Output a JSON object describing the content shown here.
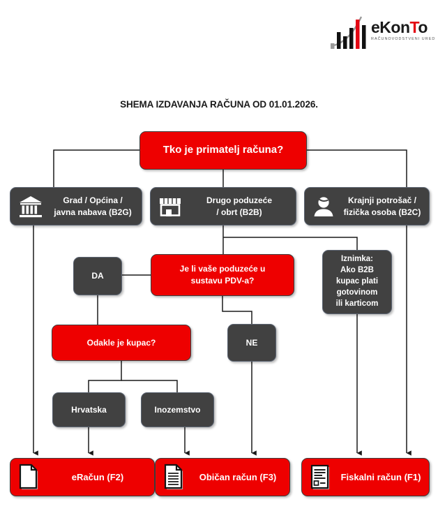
{
  "brand": {
    "name_part1": "eKon",
    "name_red": "T",
    "name_part2": "o",
    "tagline": "RAČUNOVODSTVENI URED",
    "logo_icon": "bar-chart-growth-logo",
    "accent_color": "#e30613"
  },
  "title": "SHEMA IZDAVANJA RAČUNA OD 01.01.2026.",
  "colors": {
    "red": "#ee0000",
    "gray": "#414141",
    "gray_border": "#5b6472",
    "dark_border": "#3d3d3d",
    "line": "#1a1a1a",
    "text_on_node": "#ffffff"
  },
  "chart_data": {
    "type": "diagram",
    "title": "SHEMA IZDAVANJA RAČUNA OD 01.01.2026.",
    "nodes": [
      {
        "id": "root",
        "label": "Tko je primatelj računa?",
        "kind": "decision",
        "color": "red",
        "icon": null
      },
      {
        "id": "b2g",
        "label": "Grad / Općina /\n javna nabava (B2G)",
        "line1": "Grad / Općina /",
        "line2": "javna nabava (B2G)",
        "kind": "option",
        "color": "gray",
        "icon": "bank-building-icon"
      },
      {
        "id": "b2b",
        "line1": "Drugo poduzeće",
        "line2": "/ obrt (B2B)",
        "kind": "option",
        "color": "gray",
        "icon": "storefront-icon"
      },
      {
        "id": "b2c",
        "line1": "Krajnji potrošač /",
        "line2": "fizička osoba (B2C)",
        "kind": "option",
        "color": "gray",
        "icon": "person-icon"
      },
      {
        "id": "da",
        "label": "DA",
        "kind": "answer",
        "color": "gray",
        "icon": null
      },
      {
        "id": "pdv",
        "line1": "Je li vaše poduzeće u",
        "line2": "sustavu PDV-a?",
        "kind": "decision",
        "color": "red",
        "icon": null
      },
      {
        "id": "iznimka",
        "lines": [
          "Iznimka:",
          "Ako B2B",
          "kupac plati",
          "gotovinom",
          "ili karticom"
        ],
        "kind": "note",
        "color": "gray",
        "icon": null
      },
      {
        "id": "odakle",
        "label": "Odakle je kupac?",
        "kind": "decision",
        "color": "red",
        "icon": null
      },
      {
        "id": "ne",
        "label": "NE",
        "kind": "answer",
        "color": "gray",
        "icon": null
      },
      {
        "id": "hrvatska",
        "label": "Hrvatska",
        "kind": "answer",
        "color": "gray",
        "icon": null
      },
      {
        "id": "inozemstvo",
        "label": "Inozemstvo",
        "kind": "answer",
        "color": "gray",
        "icon": null
      },
      {
        "id": "f2",
        "label": "eRačun  (F2)",
        "kind": "result",
        "color": "red",
        "icon": "blank-document-icon"
      },
      {
        "id": "f3",
        "label": "Običan račun  (F3)",
        "kind": "result",
        "color": "red",
        "icon": "lined-document-icon"
      },
      {
        "id": "f1",
        "label": "Fiskalni račun  (F1)",
        "kind": "result",
        "color": "red",
        "icon": "receipt-document-icon"
      }
    ],
    "edges": [
      {
        "from": "root",
        "to": "b2g"
      },
      {
        "from": "root",
        "to": "b2b"
      },
      {
        "from": "root",
        "to": "b2c"
      },
      {
        "from": "b2g",
        "to": "f2",
        "arrow": true
      },
      {
        "from": "b2b",
        "to": "pdv"
      },
      {
        "from": "b2b",
        "to": "iznimka"
      },
      {
        "from": "pdv",
        "to": "da"
      },
      {
        "from": "pdv",
        "to": "ne"
      },
      {
        "from": "da",
        "to": "odakle"
      },
      {
        "from": "odakle",
        "to": "hrvatska"
      },
      {
        "from": "odakle",
        "to": "inozemstvo"
      },
      {
        "from": "hrvatska",
        "to": "f2",
        "arrow": true
      },
      {
        "from": "inozemstvo",
        "to": "f3",
        "arrow": true
      },
      {
        "from": "ne",
        "to": "f3",
        "arrow": true
      },
      {
        "from": "iznimka",
        "to": "f1",
        "arrow": true
      },
      {
        "from": "b2c",
        "to": "f1",
        "arrow": true
      }
    ]
  }
}
